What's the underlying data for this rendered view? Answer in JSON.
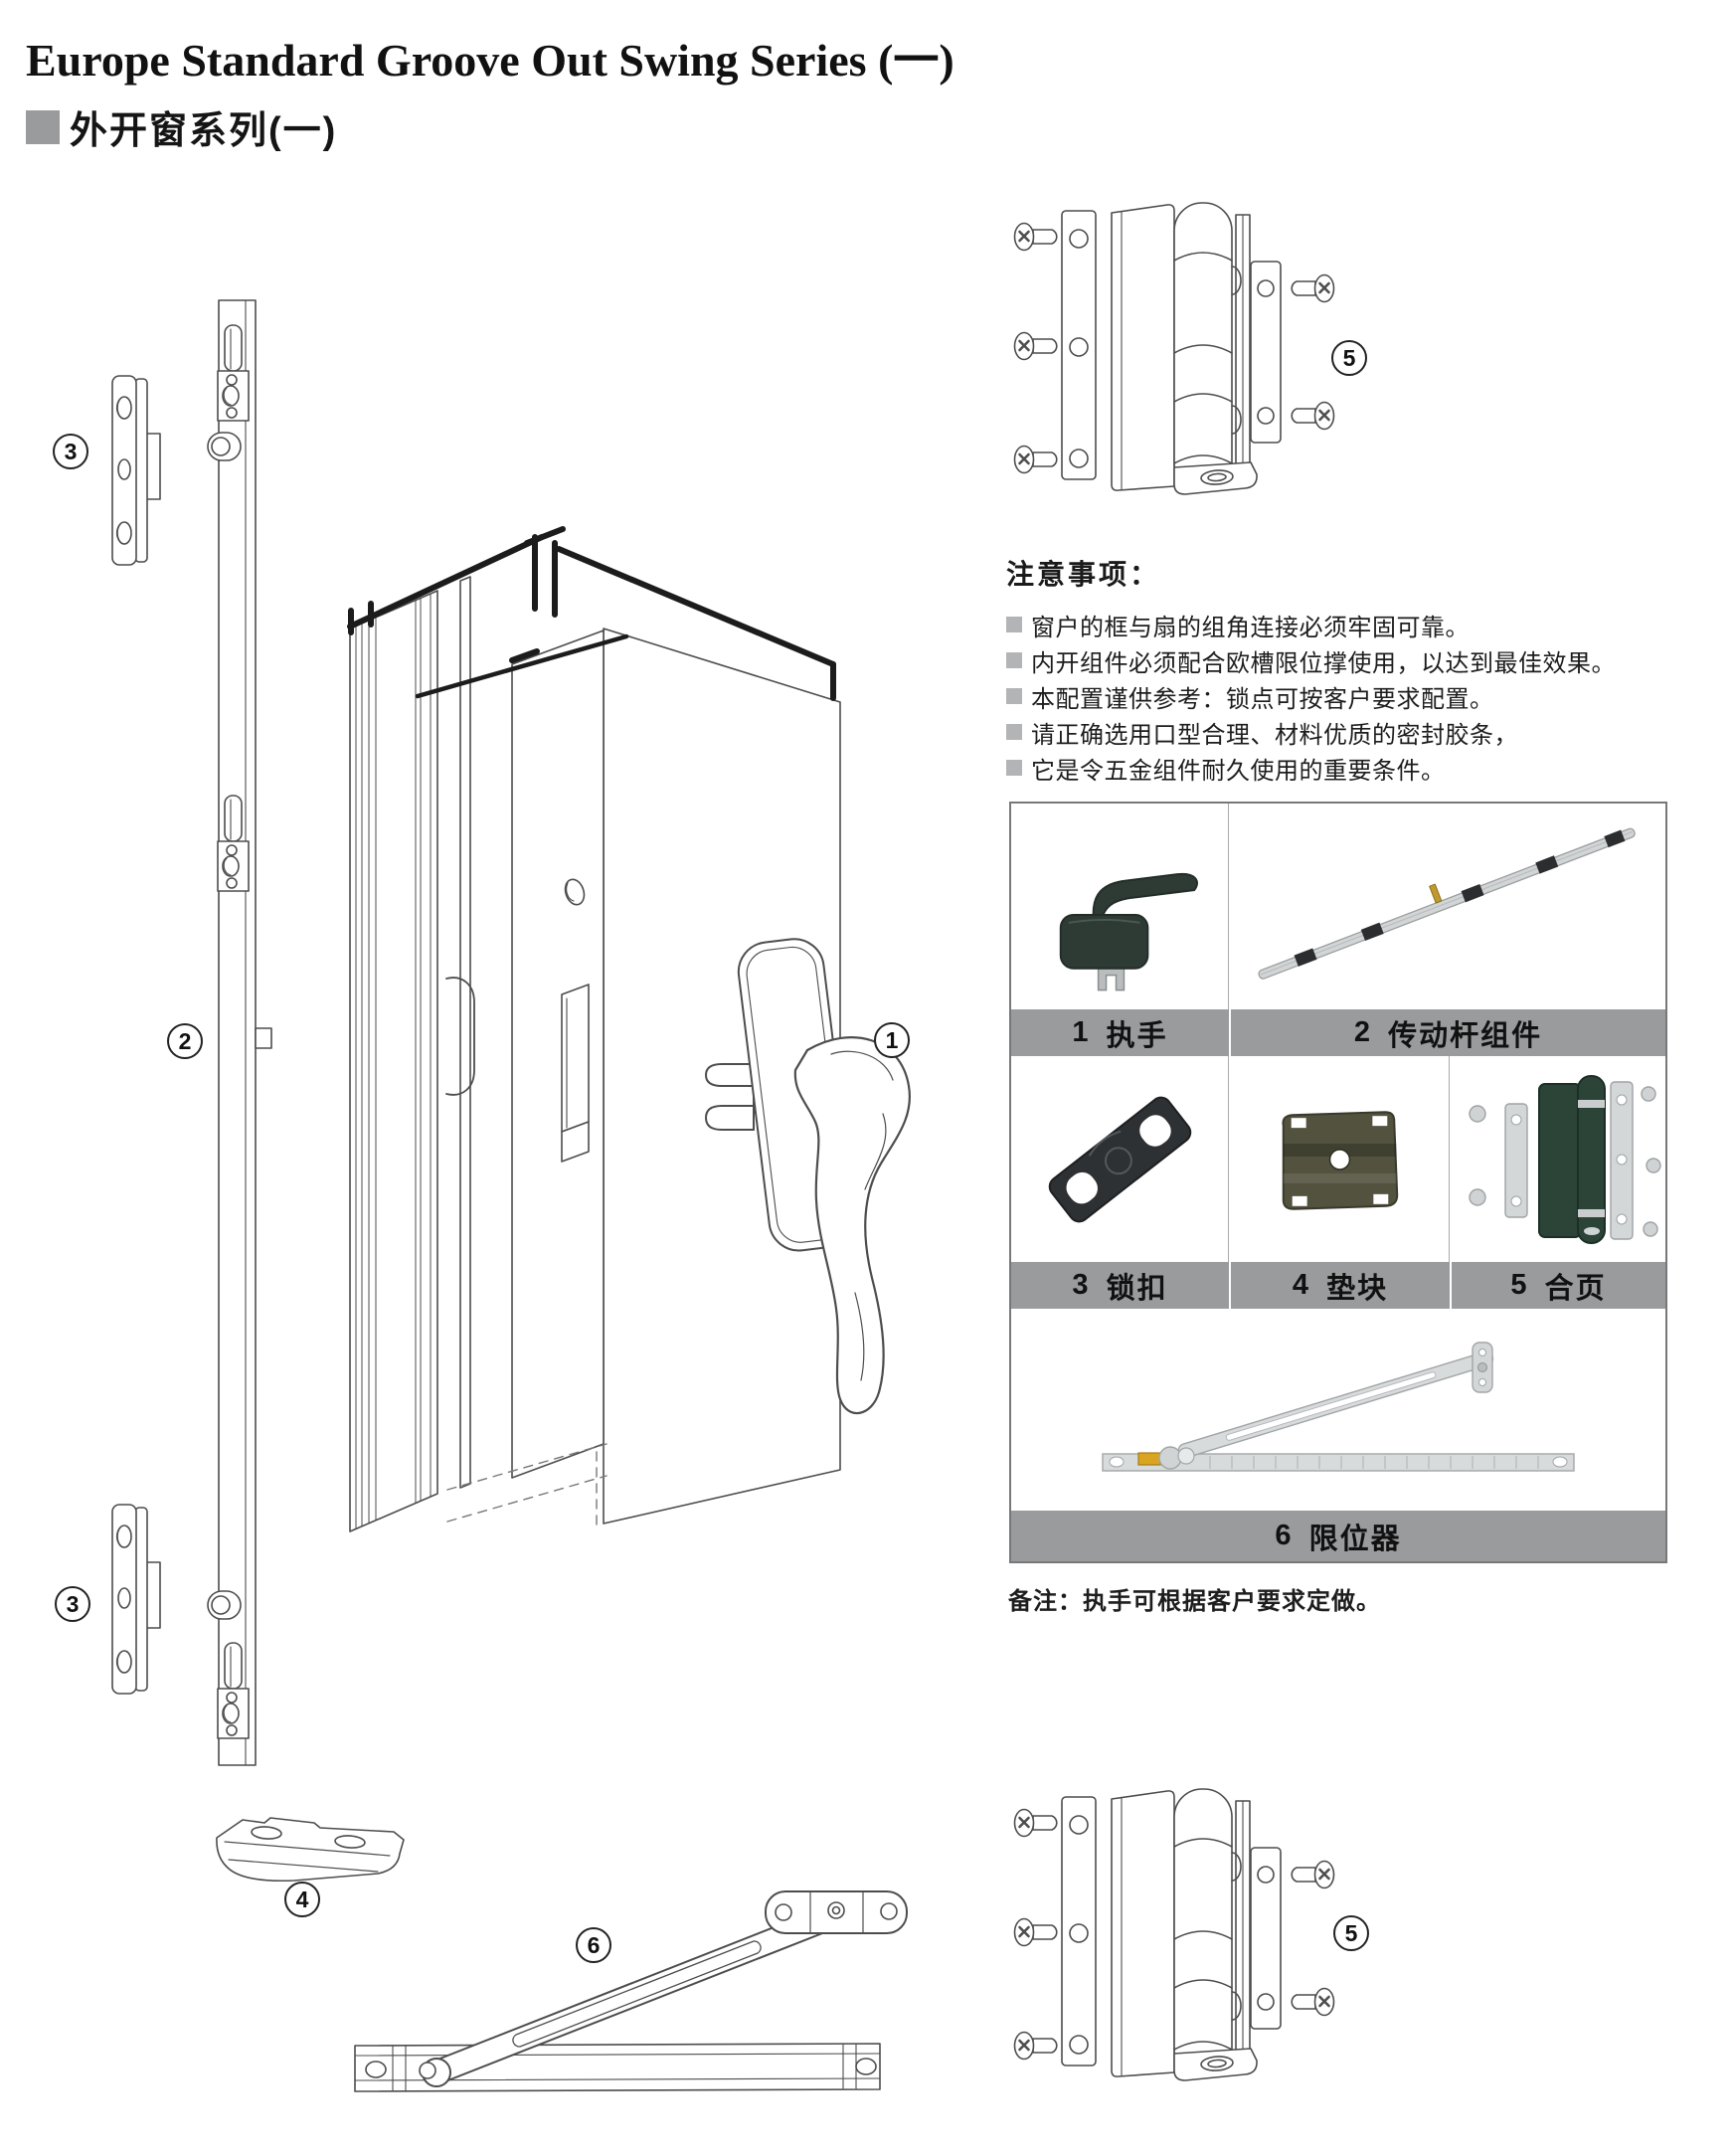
{
  "page": {
    "title_en": "Europe Standard Groove Out Swing Series (一)",
    "title_cn": "外开窗系列(一)"
  },
  "notes": {
    "heading": "注意事项：",
    "items": [
      "窗户的框与扇的组角连接必须牢固可靠。",
      "内开组件必须配合欧槽限位撑使用，以达到最佳效果。",
      "本配置谨供参考：锁点可按客户要求配置。",
      "请正确选用口型合理、材料优质的密封胶条，",
      "它是令五金组件耐久使用的重要条件。"
    ]
  },
  "diagram": {
    "callouts": [
      {
        "num": "1"
      },
      {
        "num": "2"
      },
      {
        "num": "3"
      },
      {
        "num": "3"
      },
      {
        "num": "4"
      },
      {
        "num": "5"
      },
      {
        "num": "5"
      },
      {
        "num": "6"
      }
    ]
  },
  "parts_table": {
    "rows": [
      {
        "cells": [
          {
            "num": "1",
            "label": "执手",
            "image": "handle-photo"
          },
          {
            "num": "2",
            "label": "传动杆组件",
            "image": "drive-rod-photo"
          }
        ]
      },
      {
        "cells": [
          {
            "num": "3",
            "label": "锁扣",
            "image": "lock-catch-photo"
          },
          {
            "num": "4",
            "label": "垫块",
            "image": "spacer-photo"
          },
          {
            "num": "5",
            "label": "合页",
            "image": "hinge-photo"
          }
        ]
      },
      {
        "cells": [
          {
            "num": "6",
            "label": "限位器",
            "image": "limiter-photo"
          }
        ]
      }
    ]
  },
  "footnote": "备注：执手可根据客户要求定做。",
  "colors": {
    "label_bar_gray": "#9a9b9d",
    "line_art_stroke": "#4d4d4d",
    "thick_edge_black": "#1c1c1c",
    "handle_dark_green": "#2e3a34",
    "hinge_dark_green": "#2c4438",
    "silver": "#d4d7d8",
    "brass": "#c09a2e",
    "slider_yellow": "#d9a520",
    "text_black": "#1a1a1a",
    "bullet_gray": "#b3b4b6"
  }
}
